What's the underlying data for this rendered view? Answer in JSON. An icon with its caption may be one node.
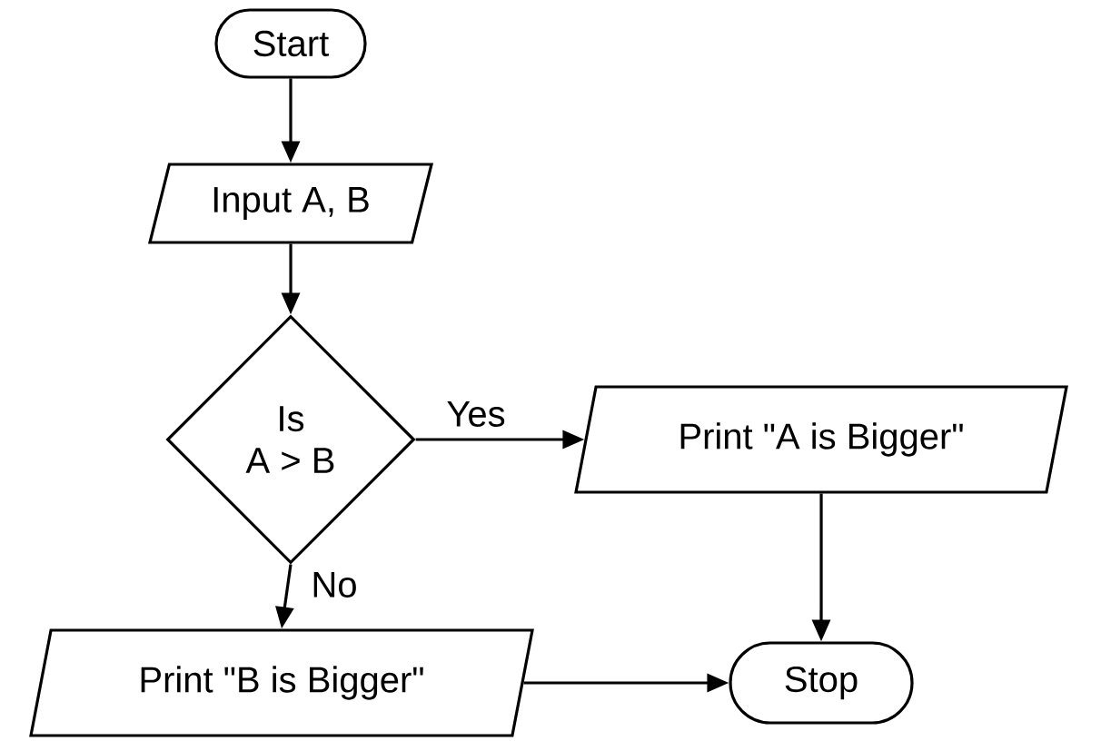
{
  "diagram": {
    "nodes": [
      {
        "text": [
          "Start"
        ]
      },
      {
        "text": [
          "Input A, B"
        ]
      },
      {
        "text": [
          "Is",
          "A > B"
        ]
      },
      {
        "text": [
          "Print \"A is Bigger\""
        ]
      },
      {
        "text": [
          "Print \"B is Bigger\""
        ]
      },
      {
        "text": [
          "Stop"
        ]
      }
    ],
    "edges": [
      {
        "from": 0,
        "to": 1,
        "arrow": "to"
      },
      {
        "from": 1,
        "to": 2,
        "arrow": "to"
      },
      {
        "from": 2,
        "to": 3,
        "arrow": "to",
        "label": "Yes"
      },
      {
        "from": 2,
        "to": 4,
        "arrow": "to",
        "label": "No"
      },
      {
        "from": 3,
        "to": 5,
        "arrow": "to"
      },
      {
        "from": 4,
        "to": 5,
        "arrow": "to"
      }
    ]
  }
}
